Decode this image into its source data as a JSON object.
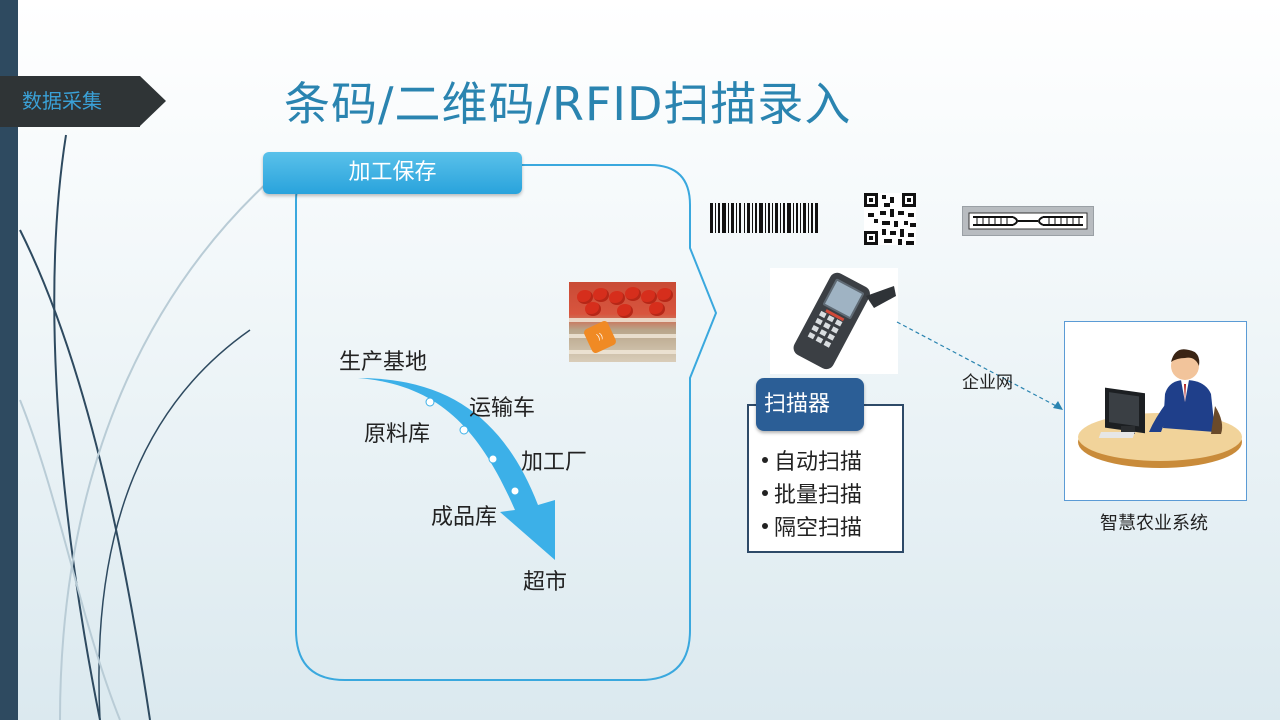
{
  "section_tag": "数据采集",
  "page_title": "条码/二维码/RFID扫描录入",
  "process": {
    "tab_label": "加工保存",
    "flow": {
      "start": "生产基地",
      "step_transport": "运输车",
      "step_raw": "原料库",
      "step_factory": "加工厂",
      "step_finished": "成品库",
      "end": "超市"
    }
  },
  "scanner": {
    "title": "扫描器",
    "features": [
      "自动扫描",
      "批量扫描",
      "隔空扫描"
    ]
  },
  "network_label": "企业网",
  "system_label": "智慧农业系统",
  "colors": {
    "accent": "#2a84b0",
    "tab_blue": "#29a3dc",
    "scanner_blue": "#2b5e96",
    "flow_arrow": "#3cb0e8",
    "dark": "#2f3436"
  },
  "icons": [
    "barcode-icon",
    "qr-code-icon",
    "rfid-tag-icon",
    "handheld-scanner-icon",
    "computer-user-icon"
  ]
}
